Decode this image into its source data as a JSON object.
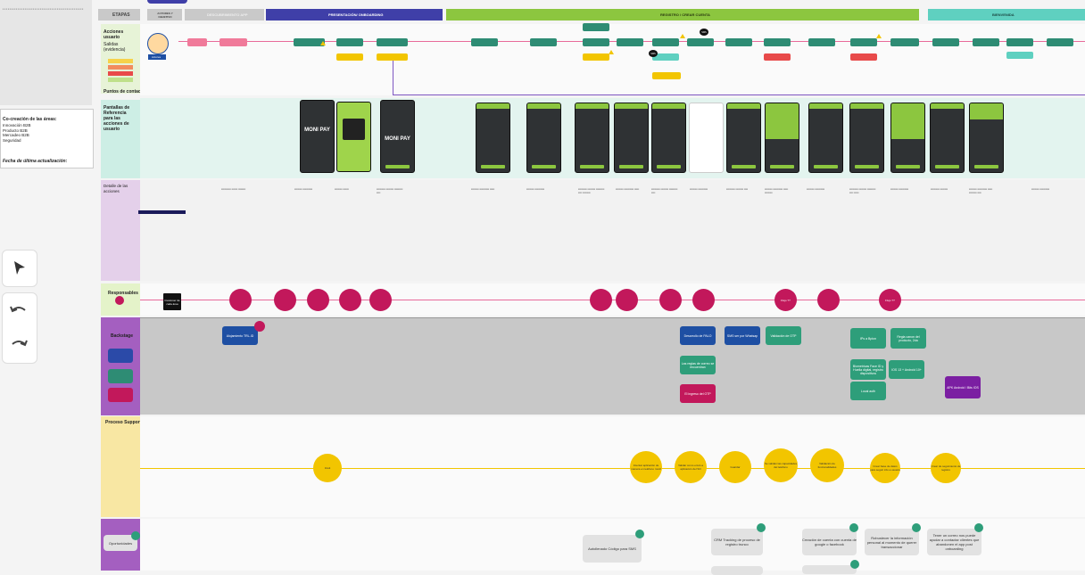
{
  "stages": {
    "etapas": "ETAPAS",
    "actores": "ACTORES Y OBJETIVO",
    "descubrimiento": "DESCUBRIMIENTO APP",
    "onboarding": "PRESENTACIÓN/ ONBOARDING",
    "registro": "REGISTRO / CREAR CUENTA",
    "bienvenida": "BIENVENIDA"
  },
  "rows": {
    "acciones": "Acciones usuario",
    "salidas": "Salidas (evidencia)",
    "puntos": "Puntos de contacto",
    "pantallas": "Pantallas de Referencia para las acciones de usuario",
    "detalle": "Detalle de las acciones",
    "responsables": "Responsables",
    "backstage": "Backstage",
    "soporte": "Proceso Support",
    "oportunidades": "Oportunidades"
  },
  "left_panel": {
    "cocreacion_title": "Co-creación de las áreas:",
    "areas": [
      "Innovación B2B",
      "Producto B2B",
      "Mercadeo B2B",
      "Seguridad"
    ],
    "fecha": "Fecha de última actualización:",
    "actor": "Actores"
  },
  "phones": [
    {
      "type": "dark",
      "text": "MONI PAY"
    },
    {
      "type": "green",
      "text": ""
    },
    {
      "type": "dark",
      "text": "MONI PAY"
    }
  ],
  "backstage": {
    "t1": "Alojamiento TRL-ID",
    "t2": "Desarrollo de PALO",
    "t3": "SMS ser por Whatsap",
    "t4": "Validación de OTP",
    "t5": "Las reglas de correo se encuentran",
    "t6": "El ingreso del OTP",
    "t7": "IPs a Bpion",
    "t8": "Regla canon del producto, 2da",
    "t9": "Biometricas Face ID y Huella digital, registro dispositivos",
    "t10": "IOS 13 + Android 10+",
    "t11": "Local auth",
    "t12": "APK Android / Bits IOS"
  },
  "support": {
    "c1": "Intuit",
    "c2": "Intentar aplicación de manera en teléfono móvil",
    "c3": "Validar como envió a aplicación del SO",
    "c4": "Guardar",
    "c5": "Se validan las capacidades del teléfono",
    "c6": "Validación de funcionalidades",
    "c7": "Crear base de datos para seguir info a usuario",
    "c8": "Crear de seguimiento de registro"
  },
  "opportunities": {
    "o1": "Autollenado Código para SMS",
    "o2": "CRM Tracking de proceso de registro trunco",
    "o3": "Creación de cuenta con cuenta de google o facebook",
    "o4": "Robustecer la información personal al momento de querer transaccionar",
    "o5": "Tener un correo nos puede ayudar a contactar clientes que abandonen el app post onboarding"
  },
  "responsables": {
    "r1": "Customer de cada área",
    "r2": "Flujo ??",
    "r3": "Flujo ??"
  },
  "colors": {
    "purple": "#3f3fa8",
    "green": "#8cc63f",
    "teal": "#5fd0c0",
    "crimson": "#c2185b",
    "yellow": "#f2c500",
    "blue": "#1e4fa3"
  }
}
